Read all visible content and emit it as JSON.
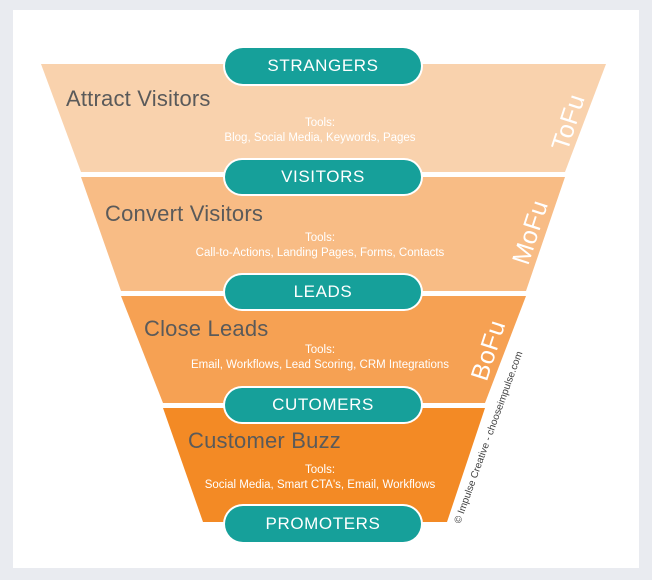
{
  "colors": {
    "stage1": "#f9d2ad",
    "stage2": "#f8bc85",
    "stage3": "#f6a153",
    "stage4": "#f38a25",
    "pill": "#16a09a",
    "title_text": "#5a5a5a",
    "background": "#e9ebf0"
  },
  "pills": [
    "STRANGERS",
    "VISITORS",
    "LEADS",
    "CUTOMERS",
    "PROMOTERS"
  ],
  "stages": [
    {
      "title": "Attract Visitors",
      "tools_label": "Tools:",
      "tools": "Blog, Social Media, Keywords, Pages",
      "code": "ToFu"
    },
    {
      "title": "Convert Visitors",
      "tools_label": "Tools:",
      "tools": "Call-to-Actions, Landing Pages, Forms, Contacts",
      "code": "MoFu"
    },
    {
      "title": "Close Leads",
      "tools_label": "Tools:",
      "tools": "Email, Workflows, Lead Scoring, CRM Integrations",
      "code": "BoFu"
    },
    {
      "title": "Customer Buzz",
      "tools_label": "Tools:",
      "tools": "Social Media, Smart CTA's, Email, Workflows",
      "code": ""
    }
  ],
  "credit": "© Impulse Creative - chooseimpulse.com"
}
